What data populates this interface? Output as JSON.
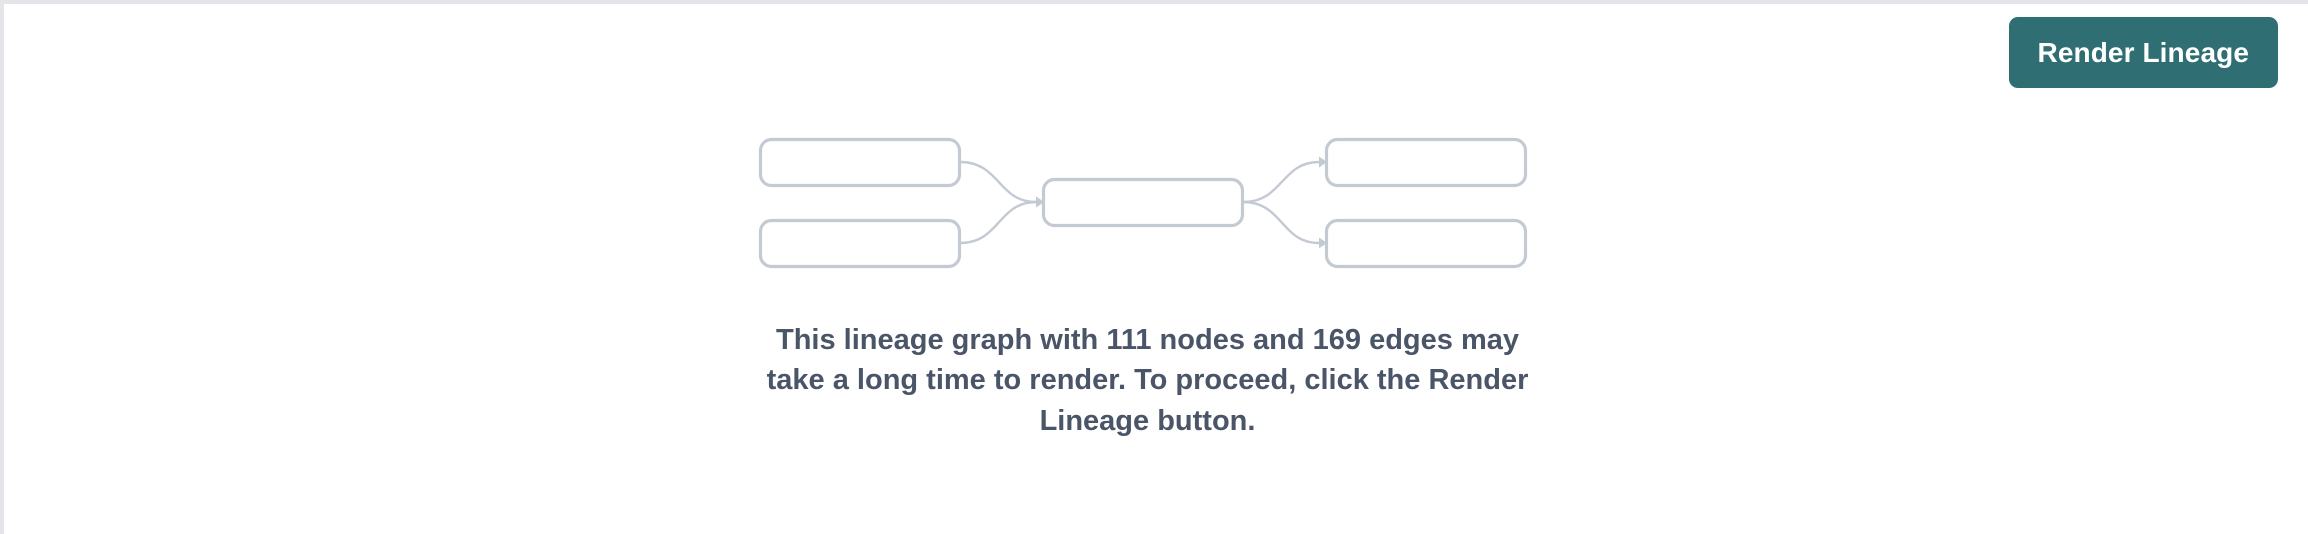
{
  "page": {
    "background_color": "#ffffff",
    "border_color": "#e3e5e9"
  },
  "toolbar": {
    "render_button_label": "Render Lineage",
    "render_button_color": "#2f6e72",
    "render_button_text_color": "#ffffff"
  },
  "empty_state": {
    "message": "This lineage graph with 111 nodes and 169 edges may take a long time to render. To proceed, click the Render Lineage button.",
    "message_color": "#4a5568",
    "node_count": 111,
    "edge_count": 169,
    "placeholder_graph": {
      "node_stroke_color": "#c3cad4",
      "node_fill_color": "#ffffff",
      "edge_color": "#c3cad4",
      "nodes": [
        {
          "id": "upstream-1",
          "column": "left",
          "row": "top"
        },
        {
          "id": "upstream-2",
          "column": "left",
          "row": "bottom"
        },
        {
          "id": "focus",
          "column": "center",
          "row": "middle"
        },
        {
          "id": "downstream-1",
          "column": "right",
          "row": "top"
        },
        {
          "id": "downstream-2",
          "column": "right",
          "row": "bottom"
        }
      ],
      "edges": [
        {
          "from": "upstream-1",
          "to": "focus"
        },
        {
          "from": "upstream-2",
          "to": "focus"
        },
        {
          "from": "focus",
          "to": "downstream-1"
        },
        {
          "from": "focus",
          "to": "downstream-2"
        }
      ]
    }
  }
}
